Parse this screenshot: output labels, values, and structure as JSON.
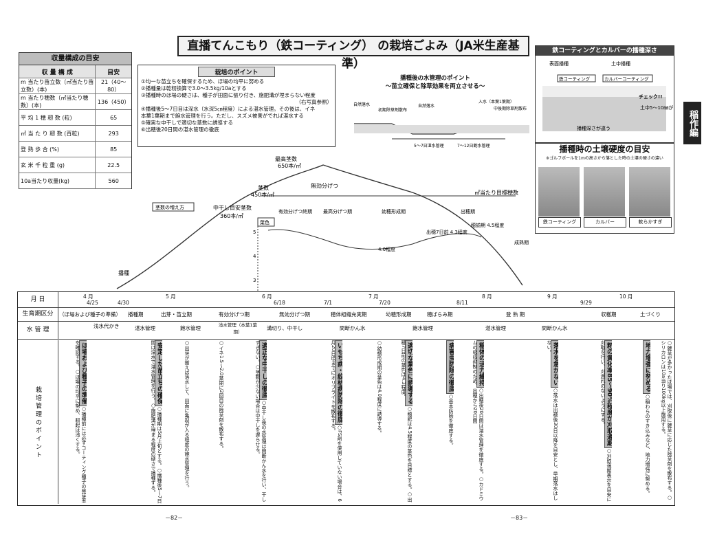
{
  "title": "直播てんこもり（鉄コーティング） の栽培ごよみ（JA米生産基準）",
  "side_tab": "稲作編",
  "yield": {
    "header": "収量構成の目安",
    "col1": "収 量 構 成",
    "col2": "目安",
    "rows": [
      {
        "label": "m 当たり苗立数（㎡当たり苗立数）(本)",
        "value": "21（40～80）"
      },
      {
        "label": "m 当たり穂数（㎡当たり穂数）(本)",
        "value": "136（450）"
      },
      {
        "label": "平 均 1 穂 籾 数 (粒)",
        "value": "65"
      },
      {
        "label": "㎡ 当 た り 籾 数 (百粒)",
        "value": "293"
      },
      {
        "label": "登 熟 歩 合 (%)",
        "value": "85"
      },
      {
        "label": "玄 米 千 粒 重 (g)",
        "value": "22.5"
      },
      {
        "label": "10a当たり収量(kg)",
        "value": "560"
      }
    ]
  },
  "points": {
    "header": "栽培のポイント",
    "items": [
      "①均一な苗立ちを確保するため、ほ場の均平に努める",
      "②播種量は乾籾換算で3.0～3.5kg/10aとする",
      "③播種時のほ場の硬さは、種子が田面に張り付き、施肥溝が埋まらない程度",
      "（右写真参照）",
      "④播種後5～7日目は深水（水深5㎝程度）による湛水管理。その後は、イネ",
      "本葉1葉期まで飽水管理を行う。ただし、スズメ被害がでれば湛水する",
      "⑤確実な中干しで適切な茎数に誘導する",
      "⑥出穂後20日間の湛水管理の徹底"
    ]
  },
  "water_point": {
    "title": "播種後の水管理のポイント",
    "subtitle": "～苗立確保と除草効果を両立させる～",
    "labels": [
      "自然落水",
      "初期除草剤散布",
      "自然落水",
      "入水（本葉1葉期）",
      "中後期除草剤散布",
      "5～7日湛水管理",
      "7～12日飽水管理"
    ]
  },
  "depth": {
    "header": "鉄コーティングとカルバーの播種深さ",
    "left": "表面播種",
    "right": "土中播種",
    "coat1": "鉄コーティング",
    "coat2": "カルバーコーティング",
    "check": "チェック!!",
    "note1": "土中5～10㎜が理想",
    "note2": "播種深さが違う"
  },
  "hardness": {
    "header": "播種時の土壌硬度の目安",
    "sub": "※ゴルフボールを1mの高さから落とした時の土壌の硬さの違い",
    "photos": [
      "鉄コーティング",
      "カルバー",
      "軟らかすぎ"
    ]
  },
  "chart": {
    "labels": {
      "max": "最高茎数",
      "max_v": "650本/㎡",
      "stem": "茎数",
      "stem_v": "450本/㎡",
      "mid": "中干し目安茎数",
      "mid_v": "360本/㎡",
      "curve": "茎数の増え方",
      "target": "㎡当たり目標穂数",
      "ineff": "無効分げつ",
      "leafcolor": "葉色",
      "leaf1": "4.0程度",
      "leaf2": "出穂7日前 4.3程度",
      "leaf3": "穂揃期 4.5程度",
      "sow": "播種",
      "eff": "有効分げつ終期",
      "maxt": "最高分げつ期",
      "young": "幼穂形成期",
      "head": "出穂期",
      "mature": "成熟期"
    },
    "ticks": [
      "5",
      "4",
      "3"
    ]
  },
  "grid": {
    "row_labels": [
      "月 日",
      "生育期区分",
      "水 管 理",
      "栽 培 管 理 の ポ イ ン ト"
    ],
    "months": [
      "4 月",
      "5 月",
      "6 月",
      "7 月",
      "8 月",
      "9 月",
      "10 月"
    ],
    "dates": [
      "4/25",
      "4/30",
      "6/18",
      "7/1",
      "7/20",
      "8/11",
      "9/29"
    ],
    "stages": [
      "（ほ場および種子の準備）",
      "播種期",
      "出芽・苗立期",
      "有効分げつ期",
      "無効分げつ期",
      "穂体組織充実期",
      "幼穂形成期",
      "穂ばらみ期",
      "登 熟 期",
      "収穫期",
      "土づくり"
    ],
    "water": [
      "浅水代かき",
      "湛水管理",
      "飽水管理",
      "浅水管理（本葉1葉期）",
      "溝切り、中干し",
      "間断かん水",
      "飽水管理",
      "湛水管理",
      "間断かん水"
    ]
  },
  "columns": [
    {
      "head": "ほ場および種子の準備",
      "text": "○播種前には必ずコーティング種子の発芽率を確認する。○ほ場の均平に努め、耕起は浅くする。"
    },
    {
      "head": "安定した苗立ちの確保",
      "text": "○播種期は5月上旬とする。○播種後5～7日間は深水で湛水管理を行う。○施肥溝が埋まる程度の硬さで播種する。"
    },
    {
      "head": "",
      "text": "○出芽が揃えば落水して、田面に亀裂が入る程度の飽水管理を行う。"
    },
    {
      "head": "",
      "text": "○イネ1.5～2.0葉期に2回目の除草剤を散布する。"
    },
    {
      "head": "適正な中干しの徹底",
      "text": "○中干し後の水管理は間断かん水を行い、干しすぎない。○茎数が少ない場合は中干しを遅らせる。"
    },
    {
      "head": "いもち病・紋枯病防除の徹底",
      "text": "○FS剤を使用していない場合は、6月20日頃までにオリブライトを散布する。"
    },
    {
      "head": "",
      "text": "○幼穂形成期の葉色は4.0程度に誘導する。"
    },
    {
      "head": "適切な葉色に誘導する",
      "text": "○穂肥は4.5程度の葉色を目標とする。○出穂7日前の葉色は4.3程度。"
    },
    {
      "head": "病害虫防除の徹底",
      "text": "○基本防除を徹底する。"
    },
    {
      "head": "稲体の活力維持",
      "text": "○出穂後20日間は湛水管理を徹底する。○カドミウムの吸収抑制のため、出穂から20日間"
    },
    {
      "head": "落水を急がない",
      "text": "○落水は出穂後30日以降を目安とし、早期落水はしない。"
    },
    {
      "head": "籾の黄化率85～90%程度が刈取適期",
      "text": "○刈取適期表示を目安に刈取を行い、刈遅れのないようにする。"
    },
    {
      "head": "地力増強に努める",
      "text": "○稲わらのすき込みなど、地力増強に努める。"
    },
    {
      "head": "",
      "text": "○雑草が多かったほ場では、刈取後に雑草に応じた除草剤を散布する。○シリカロンは10a当り100kg以上施用する。"
    }
  ],
  "pages": [
    "－82－",
    "－83－"
  ]
}
